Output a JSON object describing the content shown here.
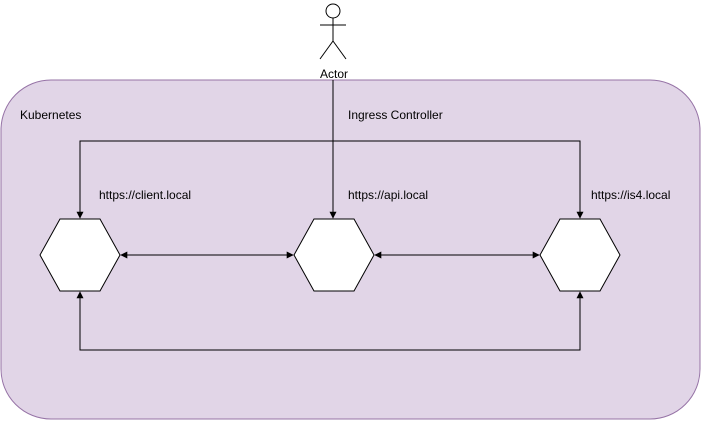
{
  "actor": {
    "label": "Actor",
    "icon": "stick-figure-icon"
  },
  "cluster": {
    "label": "Kubernetes",
    "fill": "#e1d5e7",
    "stroke": "#9673a6"
  },
  "ingress": {
    "label": "Ingress Controller"
  },
  "services": [
    {
      "id": "client",
      "url": "https://client.local",
      "icon": "hexagon-icon"
    },
    {
      "id": "api",
      "url": "https://api.local",
      "icon": "hexagon-icon"
    },
    {
      "id": "is4",
      "url": "https://is4.local",
      "icon": "hexagon-icon"
    }
  ],
  "colors": {
    "line": "#000000",
    "node_fill": "#ffffff"
  }
}
